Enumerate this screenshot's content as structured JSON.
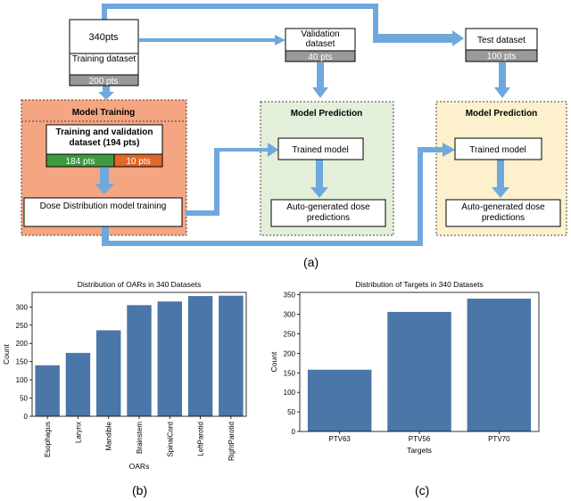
{
  "diagram": {
    "total_label": "340pts",
    "training_label": "Training dataset",
    "training_count": "200 pts",
    "validation_label": "Validation dataset",
    "validation_count": "40 pts",
    "test_label": "Test dataset",
    "test_count": "100 pts",
    "model_training_title": "Model Training",
    "split_label": "Training and validation dataset (194 pts)",
    "split_train": "184 pts",
    "split_val": "10 pts",
    "ddm_label": "Dose Distribution model training",
    "prediction_title_1": "Model Prediction",
    "prediction_title_2": "Model Prediction",
    "trained_model_1": "Trained model",
    "trained_model_2": "Trained model",
    "auto_dose_1": "Auto-generated dose predictions",
    "auto_dose_2": "Auto-generated dose predictions"
  },
  "captions": {
    "a": "(a)",
    "b": "(b)",
    "c": "(c)"
  },
  "colors": {
    "arrow": "#6fa8dc",
    "bar": "#4a76a8",
    "training_panel": "#f4a582",
    "validation_panel": "#e3efd9",
    "test_panel": "#fdf0cc",
    "green": "#3e9a3e",
    "orange": "#e0682a",
    "gray": "#999999"
  },
  "chart_data": [
    {
      "type": "bar",
      "title": "Distribution of OARs in 340 Datasets",
      "xlabel": "OARs",
      "ylabel": "Count",
      "categories": [
        "Esophagus",
        "Larynx",
        "Mandible",
        "Brainstem",
        "SpinalCord",
        "LeftParotid",
        "RightParotid"
      ],
      "values": [
        140,
        174,
        236,
        305,
        315,
        330,
        331
      ],
      "ylim": [
        0,
        340
      ],
      "yticks": [
        0,
        50,
        100,
        150,
        200,
        250,
        300
      ],
      "grid": false
    },
    {
      "type": "bar",
      "title": "Distribution of Targets in 340 Datasets",
      "xlabel": "Targets",
      "ylabel": "Count",
      "categories": [
        "PTV63",
        "PTV56",
        "PTV70"
      ],
      "values": [
        158,
        306,
        340
      ],
      "ylim": [
        0,
        356
      ],
      "yticks": [
        0,
        50,
        100,
        150,
        200,
        250,
        300,
        350
      ],
      "grid": false
    }
  ]
}
